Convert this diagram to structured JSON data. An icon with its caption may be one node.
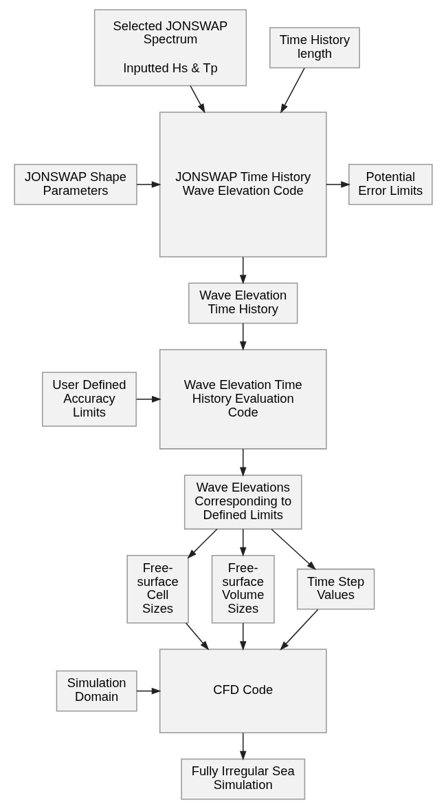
{
  "diagram": {
    "nodes": [
      {
        "text": [
          "Selected JONSWAP Spectrum",
          "Inputted Hs & Tp"
        ]
      },
      {
        "text": [
          "JONSWAP Shape Parameters"
        ]
      },
      {
        "text": [
          "JONSWAP Time History Wave Elevation Code"
        ]
      },
      {
        "text": [
          "Potential Error Limits"
        ]
      },
      {
        "text": [
          "Time History length"
        ]
      },
      {
        "text": [
          "Wave Elevation Time History"
        ]
      },
      {
        "text": [
          "User Defined Accuracy Limits"
        ]
      },
      {
        "text": [
          "Wave Elevation Time History Evaluation Code"
        ]
      },
      {
        "text": [
          "Wave Elevations Corresponding to Defined Limits"
        ]
      },
      {
        "text": [
          "Free-surface Cell Sizes"
        ]
      },
      {
        "text": [
          "Free-surface Volume Sizes"
        ]
      },
      {
        "text": [
          "Time Step Values"
        ]
      },
      {
        "text": [
          "Simulation Domain"
        ]
      },
      {
        "text": [
          "CFD Code"
        ]
      },
      {
        "text": [
          "Fully Irregular Sea Simulation"
        ]
      }
    ],
    "edges": [
      {
        "from": 0,
        "to": 2,
        "arrow": "to"
      },
      {
        "from": 1,
        "to": 2,
        "arrow": "to"
      },
      {
        "from": 4,
        "to": 2,
        "arrow": "to"
      },
      {
        "from": 2,
        "to": 3,
        "arrow": "to"
      },
      {
        "from": 2,
        "to": 5,
        "arrow": "to"
      },
      {
        "from": 5,
        "to": 7,
        "arrow": "to"
      },
      {
        "from": 6,
        "to": 7,
        "arrow": "to"
      },
      {
        "from": 7,
        "to": 8,
        "arrow": "to"
      },
      {
        "from": 8,
        "to": 9,
        "arrow": "to"
      },
      {
        "from": 8,
        "to": 10,
        "arrow": "to"
      },
      {
        "from": 8,
        "to": 11,
        "arrow": "to"
      },
      {
        "from": 9,
        "to": 13,
        "arrow": "to"
      },
      {
        "from": 10,
        "to": 13,
        "arrow": "to"
      },
      {
        "from": 11,
        "to": 13,
        "arrow": "to"
      },
      {
        "from": 12,
        "to": 13,
        "arrow": "to"
      },
      {
        "from": 13,
        "to": 14,
        "arrow": "to"
      }
    ]
  }
}
